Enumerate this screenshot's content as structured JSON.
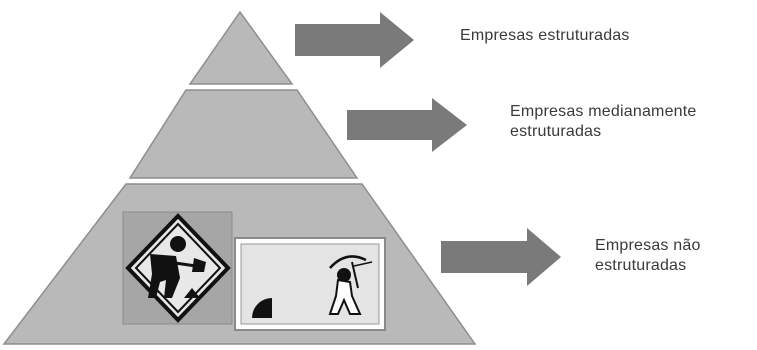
{
  "colors": {
    "tier_fill": "#b9b9b9",
    "tier_stroke": "#8e8e8e",
    "arrow_fill": "#7a7a7a",
    "text": "#3a3a3a",
    "icon_dark": "#111111",
    "icon_panel": "#a6a6a6",
    "icon_panel_light": "#e4e4e4"
  },
  "tiers": [
    {
      "name": "top",
      "label_lines": [
        "Empresas estruturadas"
      ]
    },
    {
      "name": "middle",
      "label_lines": [
        "Empresas medianamente",
        "estruturadas"
      ]
    },
    {
      "name": "bottom",
      "label_lines": [
        "Empresas não",
        "estruturadas"
      ]
    }
  ],
  "icons": [
    "construction-worker-sign-icon",
    "mining-worker-icon"
  ]
}
